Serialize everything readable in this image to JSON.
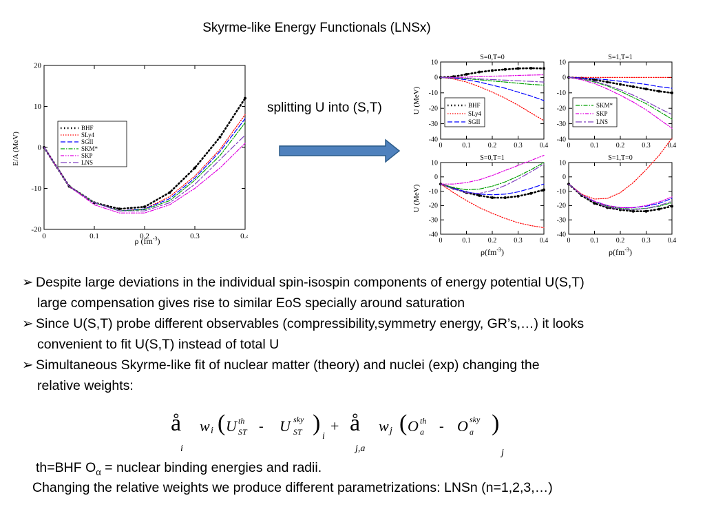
{
  "title": "Skyrme-like Energy Functionals (LNSx)",
  "arrow_label": "splitting U into (S,T)",
  "left_plot": {
    "ylabel": "E/A (MeV)",
    "xlabel": "ρ  (fm",
    "xlabel_exp": "-3",
    "xlabel_end": ")",
    "x_ticks": [
      "0",
      "0.1",
      "0.2",
      "0.3",
      "0.4"
    ],
    "y_ticks": [
      "20",
      "10",
      "0",
      "-10",
      "-20"
    ],
    "legend": [
      "BHF",
      "SLy4",
      "SGII",
      "SKM*",
      "SKP",
      "LNS"
    ]
  },
  "chart_data": [
    {
      "type": "line",
      "ylabel": "E/A (MeV)",
      "xlabel": "ρ (fm-3)",
      "xlim": [
        0,
        0.4
      ],
      "ylim": [
        -20,
        20
      ],
      "x": [
        0,
        0.05,
        0.1,
        0.15,
        0.2,
        0.25,
        0.3,
        0.35,
        0.4
      ],
      "series": [
        {
          "name": "BHF",
          "values": [
            0,
            -9.5,
            -13.5,
            -15,
            -14.5,
            -11,
            -5,
            2.5,
            12
          ]
        },
        {
          "name": "SLy4",
          "values": [
            0,
            -9.5,
            -13.5,
            -15.5,
            -15,
            -12,
            -7,
            -0.5,
            8
          ]
        },
        {
          "name": "SGII",
          "values": [
            0,
            -9.5,
            -13.5,
            -15.5,
            -15,
            -12.5,
            -7.5,
            -1,
            7
          ]
        },
        {
          "name": "SKM*",
          "values": [
            0,
            -9.5,
            -13.5,
            -15.5,
            -15.2,
            -13,
            -8,
            -2,
            6
          ]
        },
        {
          "name": "SKP",
          "values": [
            0,
            -9.5,
            -14,
            -16,
            -16,
            -14,
            -10,
            -5,
            1
          ]
        },
        {
          "name": "LNS",
          "values": [
            0,
            -9.5,
            -13.5,
            -15.5,
            -15.5,
            -13.5,
            -9,
            -3,
            3
          ]
        }
      ]
    },
    {
      "type": "line",
      "title": "S=0,T=0",
      "ylabel": "U (MeV)",
      "xlim": [
        0,
        0.4
      ],
      "ylim": [
        -40,
        10
      ],
      "x": [
        0,
        0.05,
        0.1,
        0.15,
        0.2,
        0.25,
        0.3,
        0.35,
        0.4
      ],
      "series": [
        {
          "name": "BHF",
          "values": [
            0,
            0.5,
            2,
            3.5,
            4.5,
            5.2,
            5.8,
            6,
            5.8
          ]
        },
        {
          "name": "SLy4",
          "values": [
            0,
            -1,
            -3,
            -6,
            -9.5,
            -13.5,
            -18,
            -23,
            -28
          ]
        },
        {
          "name": "SGII",
          "values": [
            0,
            -0.5,
            -1.5,
            -3,
            -5,
            -7,
            -9.5,
            -12,
            -15
          ]
        },
        {
          "name": "SKM*",
          "values": [
            0,
            -0.2,
            -0.8,
            -1.5,
            -2.3,
            -3,
            -3.8,
            -4.5,
            -5
          ]
        },
        {
          "name": "SKP",
          "values": [
            0,
            0,
            0.2,
            0.5,
            0.8,
            1,
            1.3,
            1.5,
            1.7
          ]
        },
        {
          "name": "LNS",
          "values": [
            0,
            -0.2,
            -0.5,
            -1,
            -1.4,
            -1.8,
            -2.2,
            -2.6,
            -3
          ]
        }
      ]
    },
    {
      "type": "line",
      "title": "S=1,T=1",
      "xlim": [
        0,
        0.4
      ],
      "ylim": [
        -40,
        10
      ],
      "x": [
        0,
        0.05,
        0.1,
        0.15,
        0.2,
        0.25,
        0.3,
        0.35,
        0.4
      ],
      "series": [
        {
          "name": "BHF",
          "values": [
            0,
            -0.5,
            -1.5,
            -3,
            -4.5,
            -6,
            -7.5,
            -9,
            -10
          ]
        },
        {
          "name": "SLy4",
          "values": [
            0,
            0,
            0,
            0,
            0,
            0,
            0,
            0,
            0
          ]
        },
        {
          "name": "SGII",
          "values": [
            0,
            -0.3,
            -0.8,
            -1.5,
            -2.5,
            -3.5,
            -4.5,
            -6,
            -7
          ]
        },
        {
          "name": "SKM*",
          "values": [
            0,
            -1,
            -3,
            -5.5,
            -9,
            -13,
            -17,
            -22,
            -27
          ]
        },
        {
          "name": "SKP",
          "values": [
            0,
            -1.5,
            -4,
            -7.5,
            -11.5,
            -16,
            -21,
            -27,
            -33
          ]
        },
        {
          "name": "LNS",
          "values": [
            0,
            -0.8,
            -2.5,
            -5,
            -8,
            -11.5,
            -15.5,
            -20,
            -24
          ]
        }
      ]
    },
    {
      "type": "line",
      "title": "S=0,T=1",
      "ylabel": "U (MeV)",
      "xlabel": "ρ(fm-3)",
      "xlim": [
        0,
        0.4
      ],
      "ylim": [
        -40,
        10
      ],
      "x": [
        0,
        0.05,
        0.1,
        0.15,
        0.2,
        0.25,
        0.3,
        0.35,
        0.4
      ],
      "series": [
        {
          "name": "BHF",
          "values": [
            -5,
            -8,
            -11,
            -13,
            -14.5,
            -14.5,
            -13.5,
            -11.5,
            -9
          ]
        },
        {
          "name": "SLy4",
          "values": [
            -5,
            -11,
            -16.5,
            -21.5,
            -25.5,
            -29,
            -32,
            -34,
            -35.5
          ]
        },
        {
          "name": "SGII",
          "values": [
            -5,
            -8,
            -10.5,
            -12,
            -12.5,
            -12,
            -10.5,
            -8,
            -5
          ]
        },
        {
          "name": "SKM*",
          "values": [
            -5,
            -7.5,
            -9,
            -8.5,
            -6.5,
            -3.5,
            0.5,
            5,
            10
          ]
        },
        {
          "name": "SKP",
          "values": [
            -5,
            -5,
            -4,
            -2,
            1,
            4.5,
            8,
            11.5,
            15
          ]
        },
        {
          "name": "LNS",
          "values": [
            -5,
            -8.5,
            -11,
            -11.5,
            -9.5,
            -6,
            -1.5,
            3.5,
            9
          ]
        }
      ]
    },
    {
      "type": "line",
      "title": "S=1,T=0",
      "xlabel": "ρ(fm-3)",
      "xlim": [
        0,
        0.4
      ],
      "ylim": [
        -40,
        10
      ],
      "x": [
        0,
        0.05,
        0.1,
        0.15,
        0.2,
        0.25,
        0.3,
        0.35,
        0.4
      ],
      "series": [
        {
          "name": "BHF",
          "values": [
            -5,
            -13,
            -18.5,
            -21.5,
            -23,
            -24,
            -24,
            -22.5,
            -20.5
          ]
        },
        {
          "name": "SLy4",
          "values": [
            -5,
            -12,
            -15.5,
            -15,
            -11,
            -4,
            5,
            15,
            27
          ]
        },
        {
          "name": "SGII",
          "values": [
            -5,
            -12.5,
            -17,
            -20,
            -21.5,
            -21.5,
            -20.5,
            -18.5,
            -15
          ]
        },
        {
          "name": "SKM*",
          "values": [
            -5,
            -12.5,
            -17.5,
            -20.5,
            -22,
            -22.5,
            -22,
            -20.5,
            -18
          ]
        },
        {
          "name": "SKP",
          "values": [
            -5,
            -12.5,
            -17,
            -20,
            -21.5,
            -21.5,
            -20,
            -17.5,
            -14
          ]
        },
        {
          "name": "LNS",
          "values": [
            -5,
            -12.5,
            -17.5,
            -21,
            -22.5,
            -23,
            -22,
            -20,
            -17
          ]
        }
      ]
    }
  ],
  "panels": [
    {
      "title": "S=0,T=0",
      "ylabel": "U (MeV)"
    },
    {
      "title": "S=1,T=1"
    },
    {
      "title": "S=0,T=1",
      "ylabel": "U (MeV)",
      "xlabel": "ρ(fm",
      "xlabel_exp": "-3",
      "xlabel_end": ")"
    },
    {
      "title": "S=1,T=0",
      "xlabel": "ρ(fm",
      "xlabel_exp": "-3",
      "xlabel_end": ")"
    }
  ],
  "panel_x_ticks": [
    "0",
    "0.1",
    "0.2",
    "0.3",
    "0.4"
  ],
  "panel_y_ticks": [
    "10",
    "0",
    "-10",
    "-20",
    "-30",
    "-40"
  ],
  "legend_a": [
    "BHF",
    "SLy4",
    "SGII"
  ],
  "legend_b": [
    "SKM*",
    "SKP",
    "LNS"
  ],
  "bullets": [
    {
      "mark": "➢",
      "line1": "Despite large deviations in the individual spin-isospin components of energy potential U(S,T)",
      "line2": "large compensation gives rise to similar EoS specially around saturation"
    },
    {
      "mark": "➢",
      "line1": "Since  U(S,T)  probe different observables (compressibility,symmetry energy, GR’s,…) it looks",
      "line2": "convenient  to fit U(S,T) instead of total U"
    },
    {
      "mark": "➢",
      "line1": "Simultaneous  Skyrme-like fit of nuclear matter (theory) and nuclei (exp) changing the",
      "line2": "relative weights:"
    }
  ],
  "formula": {
    "sum_sym": "å",
    "sub_i": "i",
    "sub_ja": "j,a",
    "w": "w",
    "U": "U",
    "th": "th",
    "sky": "sky",
    "ST": "ST",
    "minus": "-",
    "plus": "+",
    "O": "O",
    "a": "a",
    "j": "j",
    "paren_open": "(",
    "paren_close": ")"
  },
  "footer": {
    "line1_a": "th=BHF     O",
    "line1_sub": "α",
    "line1_b": "  = nuclear binding energies and radii.",
    "line2": "Changing the relative weights we produce different parametrizations:  LNSn  (n=1,2,3,…)"
  },
  "colors": {
    "BHF": "#000000",
    "SLy4": "#ff0000",
    "SGII": "#0000ff",
    "SKM*": "#00a000",
    "SKP": "#e000e0",
    "LNS": "#8040c0",
    "arrow_fill": "#4f81bd",
    "arrow_stroke": "#2c5c8a"
  }
}
